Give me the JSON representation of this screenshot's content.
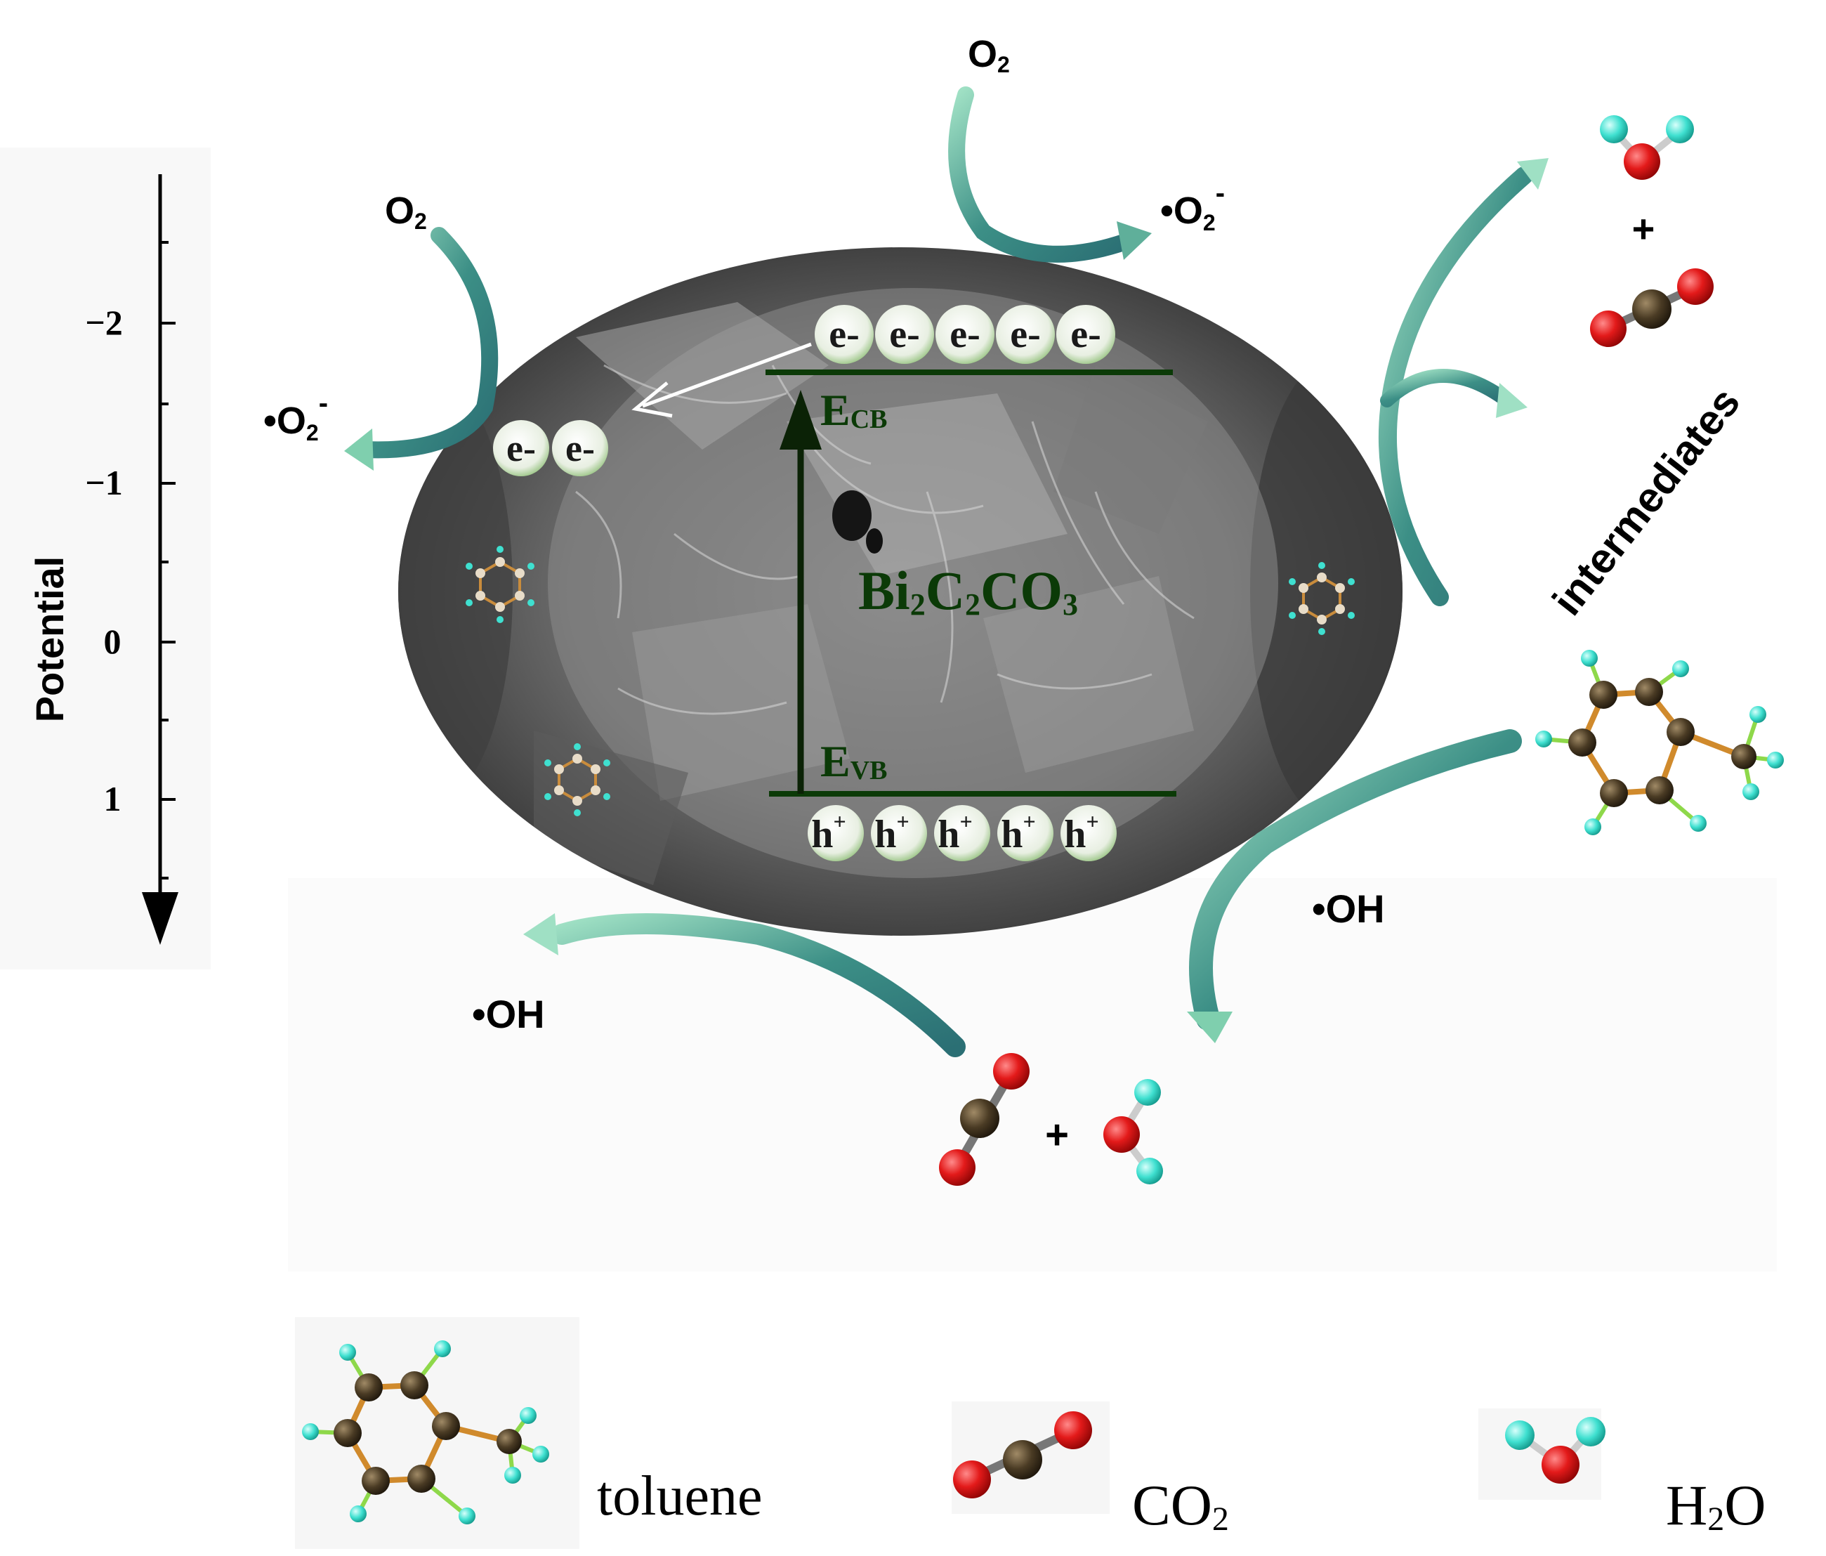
{
  "axis": {
    "label": "Potential",
    "ticks": [
      "−2",
      "−1",
      "0",
      "1"
    ]
  },
  "catalyst": {
    "name_main": "Bi",
    "name_sub1": "2",
    "name_mid": "C",
    "name_sub2": "2",
    "name_end": "CO",
    "name_sub3": "3",
    "cb_main": "E",
    "cb_sub": "CB",
    "vb_main": "E",
    "vb_sub": "VB",
    "electron": "e-",
    "hole": "h",
    "hole_sup": "+"
  },
  "species": {
    "o2_main": "O",
    "o2_sub": "2",
    "superoxide_main": "•O",
    "superoxide_sub": "2",
    "superoxide_sup": "-",
    "hydroxyl": "•OH",
    "plus": "+",
    "intermediates": "intermediates"
  },
  "legend": {
    "toluene": "toluene",
    "co2_main": "CO",
    "co2_sub": "2",
    "h2o_main": "H",
    "h2o_sub": "2",
    "h2o_end": "O"
  },
  "colors": {
    "carbon": "#4a3b24",
    "oxygen": "#e01a1a",
    "hydrogen": "#3fe0d0",
    "band_line": "#0b3a07",
    "arrow_teal": "#3c8f86"
  }
}
